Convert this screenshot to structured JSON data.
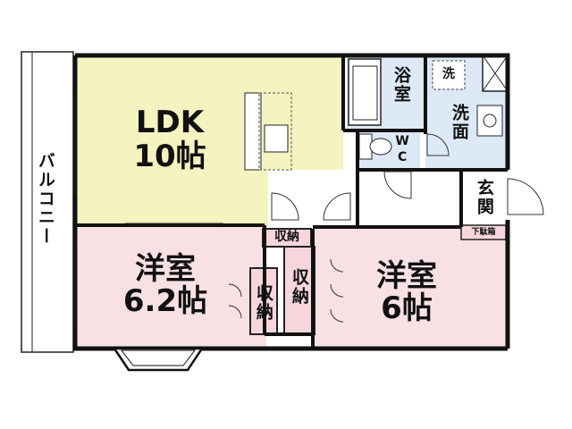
{
  "rooms": {
    "ldk": {
      "name": "LDK",
      "size": "10帖"
    },
    "western_left": {
      "name": "洋室",
      "size": "6.2帖"
    },
    "western_right": {
      "name": "洋室",
      "size": "6帖"
    },
    "bath": "浴室",
    "washroom": "洗面",
    "toilet": "WC",
    "entrance": "玄関",
    "shoe_box": "下駄箱",
    "balcony": "バルコニー",
    "storage_top": "収納",
    "storage_left": "収納",
    "storage_mid": "収納",
    "washer": "洗"
  },
  "colors": {
    "ldk": "#f5f3bf",
    "western": "#f8e1e4",
    "wet": "#dde9f7",
    "storage": "#f6d6dc",
    "wall": "#111111"
  }
}
